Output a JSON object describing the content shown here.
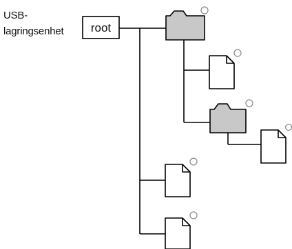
{
  "device_label": {
    "line1": "USB-",
    "line2": "lagringsenhet"
  },
  "root_label": "root",
  "tree": {
    "root": {
      "type": "root",
      "children": [
        {
          "type": "folder",
          "children": [
            {
              "type": "file"
            },
            {
              "type": "folder",
              "children": [
                {
                  "type": "file"
                }
              ]
            }
          ]
        },
        {
          "type": "file"
        },
        {
          "type": "file"
        }
      ]
    }
  },
  "colors": {
    "folder_fill": "#c8c8c8",
    "line": "#000000",
    "file_fill": "#ffffff",
    "marker": "#888888"
  },
  "icons": [
    "folder-icon",
    "file-icon",
    "selection-circle-icon"
  ]
}
